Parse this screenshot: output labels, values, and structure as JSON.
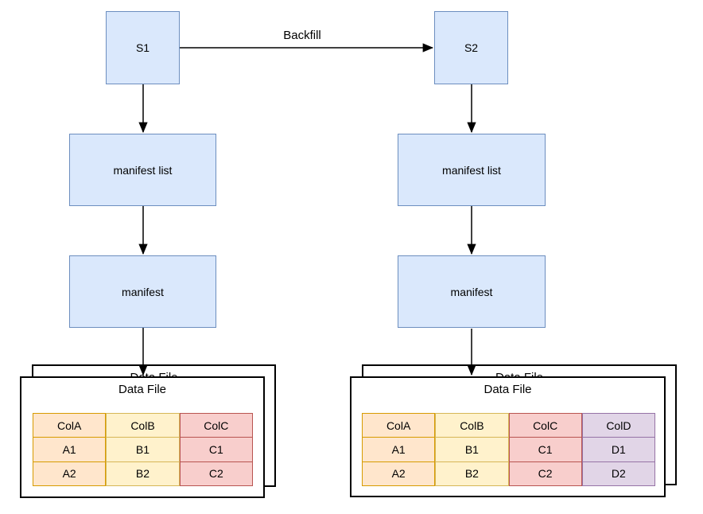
{
  "diagram": {
    "edge_label": "Backfill",
    "left": {
      "source_label": "S1",
      "manifest_list_label": "manifest list",
      "manifest_label": "manifest",
      "data_file": {
        "title": "Data File",
        "columns": [
          {
            "header": "ColA",
            "cells": [
              "A1",
              "A2"
            ]
          },
          {
            "header": "ColB",
            "cells": [
              "B1",
              "B2"
            ]
          },
          {
            "header": "ColC",
            "cells": [
              "C1",
              "C2"
            ]
          }
        ]
      }
    },
    "right": {
      "source_label": "S2",
      "manifest_list_label": "manifest list",
      "manifest_label": "manifest",
      "data_file": {
        "title": "Data File",
        "columns": [
          {
            "header": "ColA",
            "cells": [
              "A1",
              "A2"
            ]
          },
          {
            "header": "ColB",
            "cells": [
              "B1",
              "B2"
            ]
          },
          {
            "header": "ColC",
            "cells": [
              "C1",
              "C2"
            ]
          },
          {
            "header": "ColD",
            "cells": [
              "D1",
              "D2"
            ]
          }
        ]
      }
    },
    "colors": {
      "node_fill": "#dae8fc",
      "node_stroke": "#6c8ebf",
      "card_stroke": "#000000",
      "arrow": "#000000",
      "col_a_fill": "#ffe6cc",
      "col_a_stroke": "#d79b00",
      "col_b_fill": "#fff2cc",
      "col_b_stroke": "#d6b656",
      "col_c_fill": "#f8cecc",
      "col_c_stroke": "#b85450",
      "col_d_fill": "#e1d5e7",
      "col_d_stroke": "#9673a6"
    }
  }
}
